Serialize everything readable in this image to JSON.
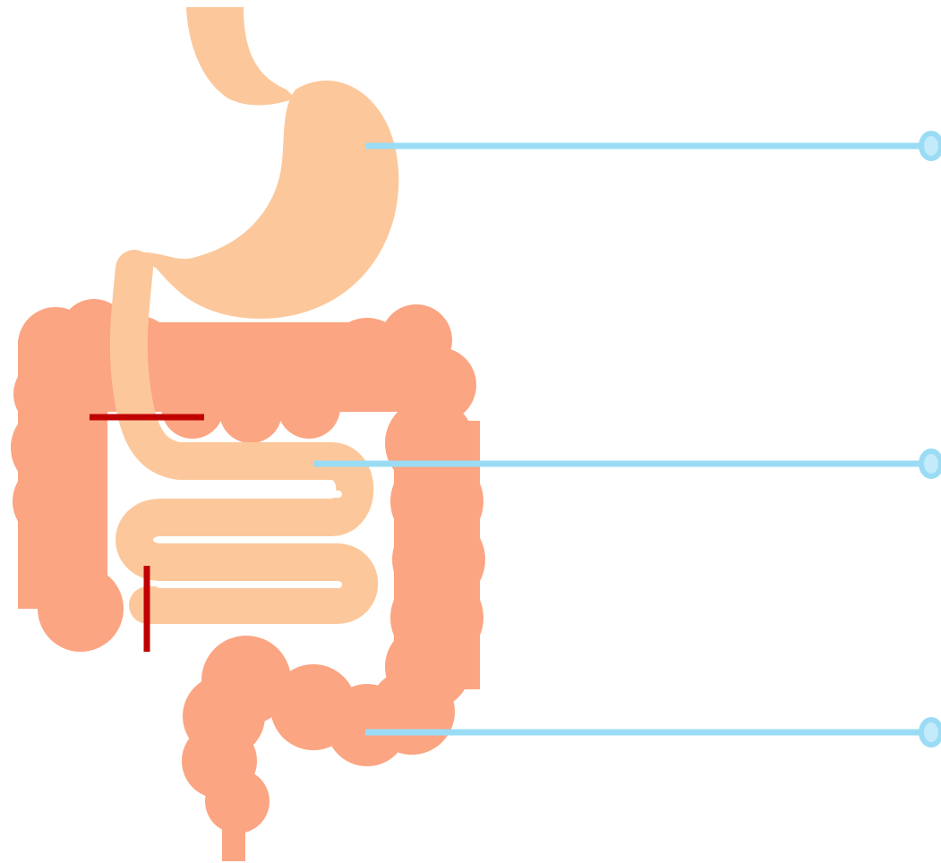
{
  "colors": {
    "stomach": "#fcc89b",
    "small_intestine": "#fcc89b",
    "large_intestine": "#fba583",
    "pointer_line": "#9adcf5",
    "pointer_cap": "#c3ebfa",
    "marker": "#c00000",
    "background": "#ffffff"
  },
  "diagram": {
    "organs": [
      {
        "id": "esophagus",
        "icon": "esophagus-shape"
      },
      {
        "id": "stomach",
        "icon": "stomach-shape"
      },
      {
        "id": "small-intestine",
        "icon": "small-intestine-shape"
      },
      {
        "id": "large-intestine",
        "icon": "large-intestine-shape"
      },
      {
        "id": "rectum",
        "icon": "rectum-shape"
      }
    ],
    "pointers": [
      {
        "id": "stomach-pointer",
        "label": ""
      },
      {
        "id": "small-intestine-pointer",
        "label": ""
      },
      {
        "id": "large-intestine-pointer",
        "label": ""
      }
    ],
    "markers": [
      {
        "id": "horizontal-marker",
        "orientation": "horizontal"
      },
      {
        "id": "vertical-marker",
        "orientation": "vertical"
      }
    ]
  }
}
